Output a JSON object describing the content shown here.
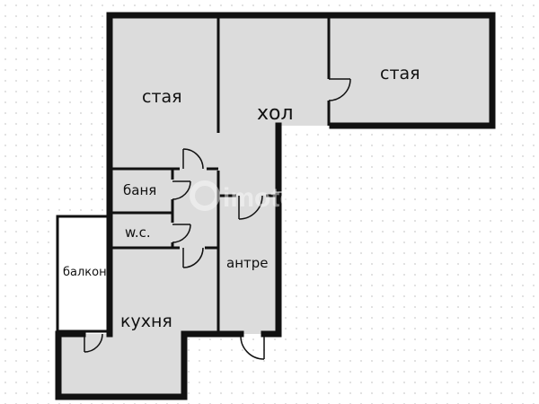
{
  "rooms": {
    "room_left": "стая",
    "hall": "хол",
    "room_right": "стая",
    "bathroom": "баня",
    "wc": "w.c.",
    "balcony": "балкон",
    "entrance": "антре",
    "kitchen": "кухня"
  },
  "watermark": {
    "brand": "imoteka",
    "sub": "imoteka.bg"
  },
  "colors": {
    "wall": "#111111",
    "floor": "#dcdcdc",
    "balcony_floor": "#ffffff",
    "grid_dot": "#d9d9d9"
  }
}
